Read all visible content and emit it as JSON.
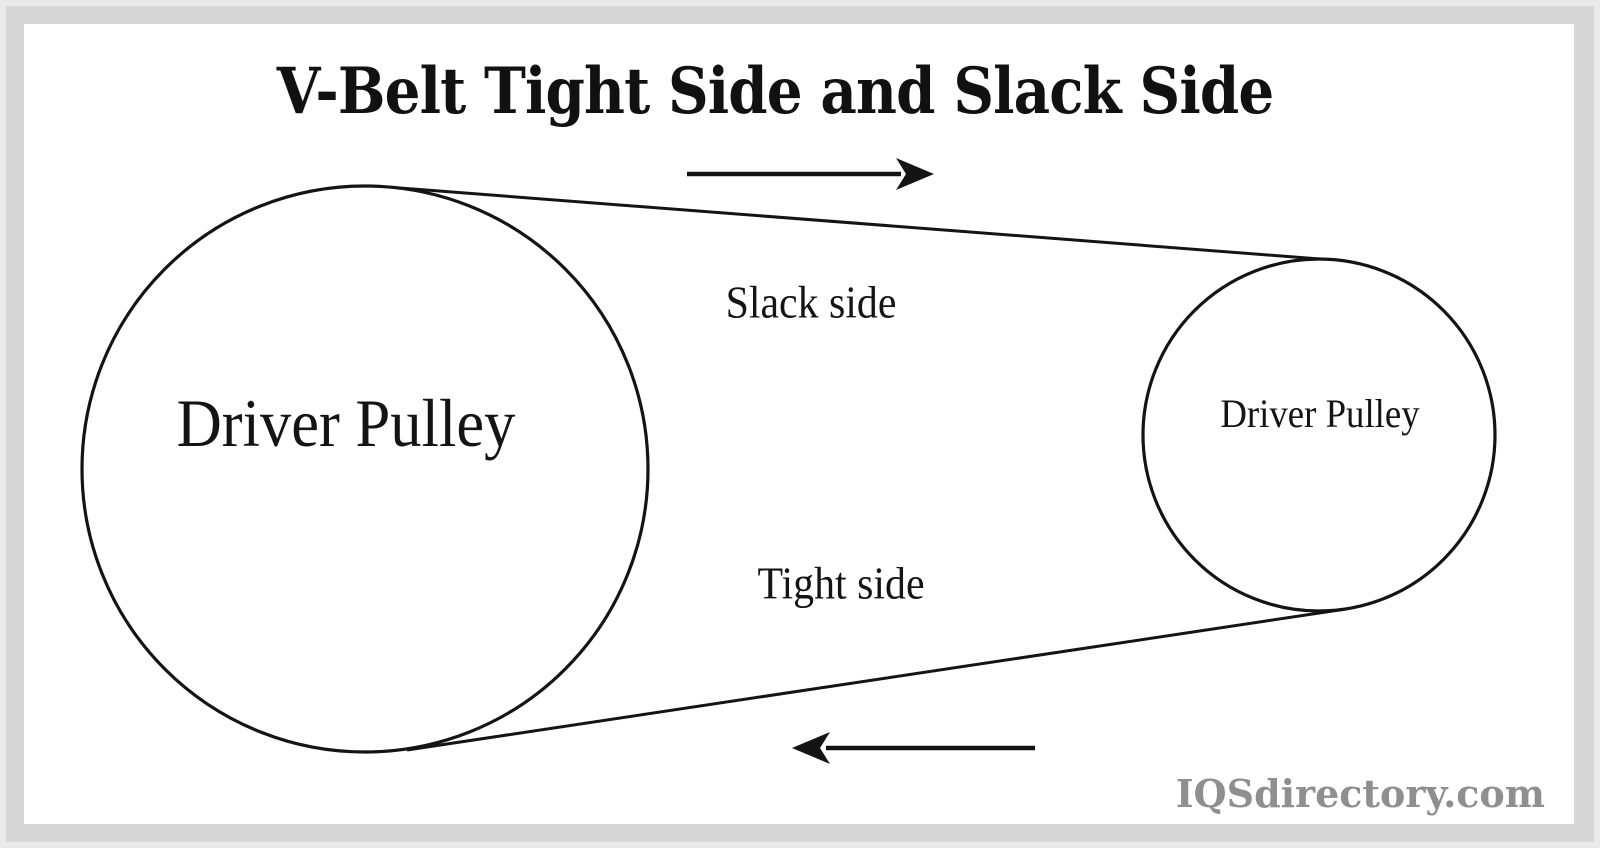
{
  "diagram": {
    "title": "V-Belt Tight Side and Slack Side",
    "pulleys": [
      {
        "position": "left",
        "size": "large",
        "label": "Driver Pulley"
      },
      {
        "position": "right",
        "size": "small",
        "label": "Driver Pulley"
      }
    ],
    "belt_sides": [
      {
        "position": "top",
        "label": "Slack side",
        "arrow_direction": "right"
      },
      {
        "position": "bottom",
        "label": "Tight side",
        "arrow_direction": "left"
      }
    ],
    "watermark": "IQSdirectory.com",
    "colors": {
      "line": "#141414",
      "canvas_background": "#ffffff",
      "frame_border": "#d7d7d7",
      "watermark_text": "#8f8f8f"
    }
  }
}
